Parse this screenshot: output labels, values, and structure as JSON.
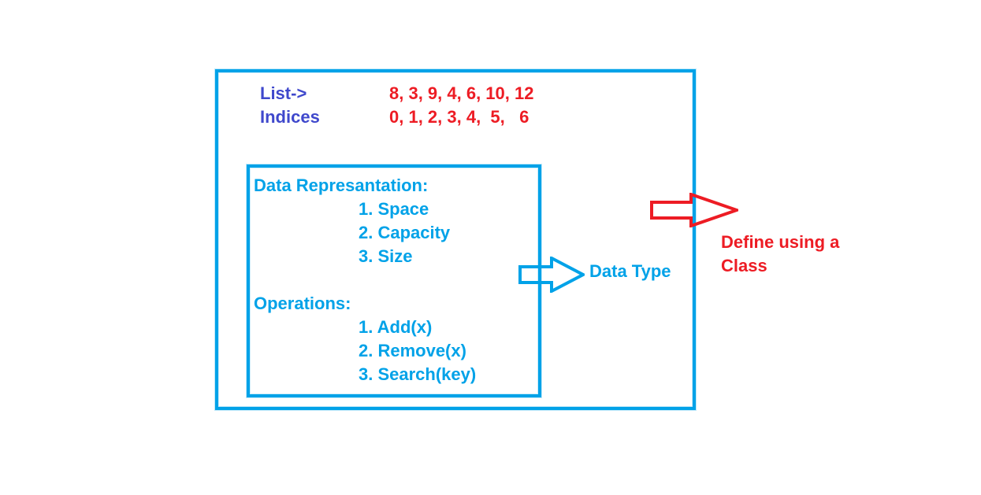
{
  "colors": {
    "blue": "#00A2E8",
    "purple": "#3F48CC",
    "red": "#ED1C24"
  },
  "list_header": {
    "list_label": "List->",
    "indices_label": "Indices",
    "list_values": "8, 3, 9, 4, 6, 10, 12",
    "indices_values": "0, 1, 2, 3, 4,  5,   6"
  },
  "inner_box": {
    "sections": [
      {
        "title": "Data Represantation:",
        "items": [
          "1. Space",
          "2. Capacity",
          "3. Size"
        ]
      },
      {
        "title": "Operations:",
        "items": [
          "1. Add(x)",
          "2. Remove(x)",
          "3. Search(key)"
        ]
      }
    ]
  },
  "annotations": {
    "data_type_label": "Data Type",
    "define_class_line1": "Define using a",
    "define_class_line2": "Class"
  },
  "icons": {
    "cyan_arrow": "right-arrow-icon",
    "red_arrow": "right-arrow-icon"
  }
}
